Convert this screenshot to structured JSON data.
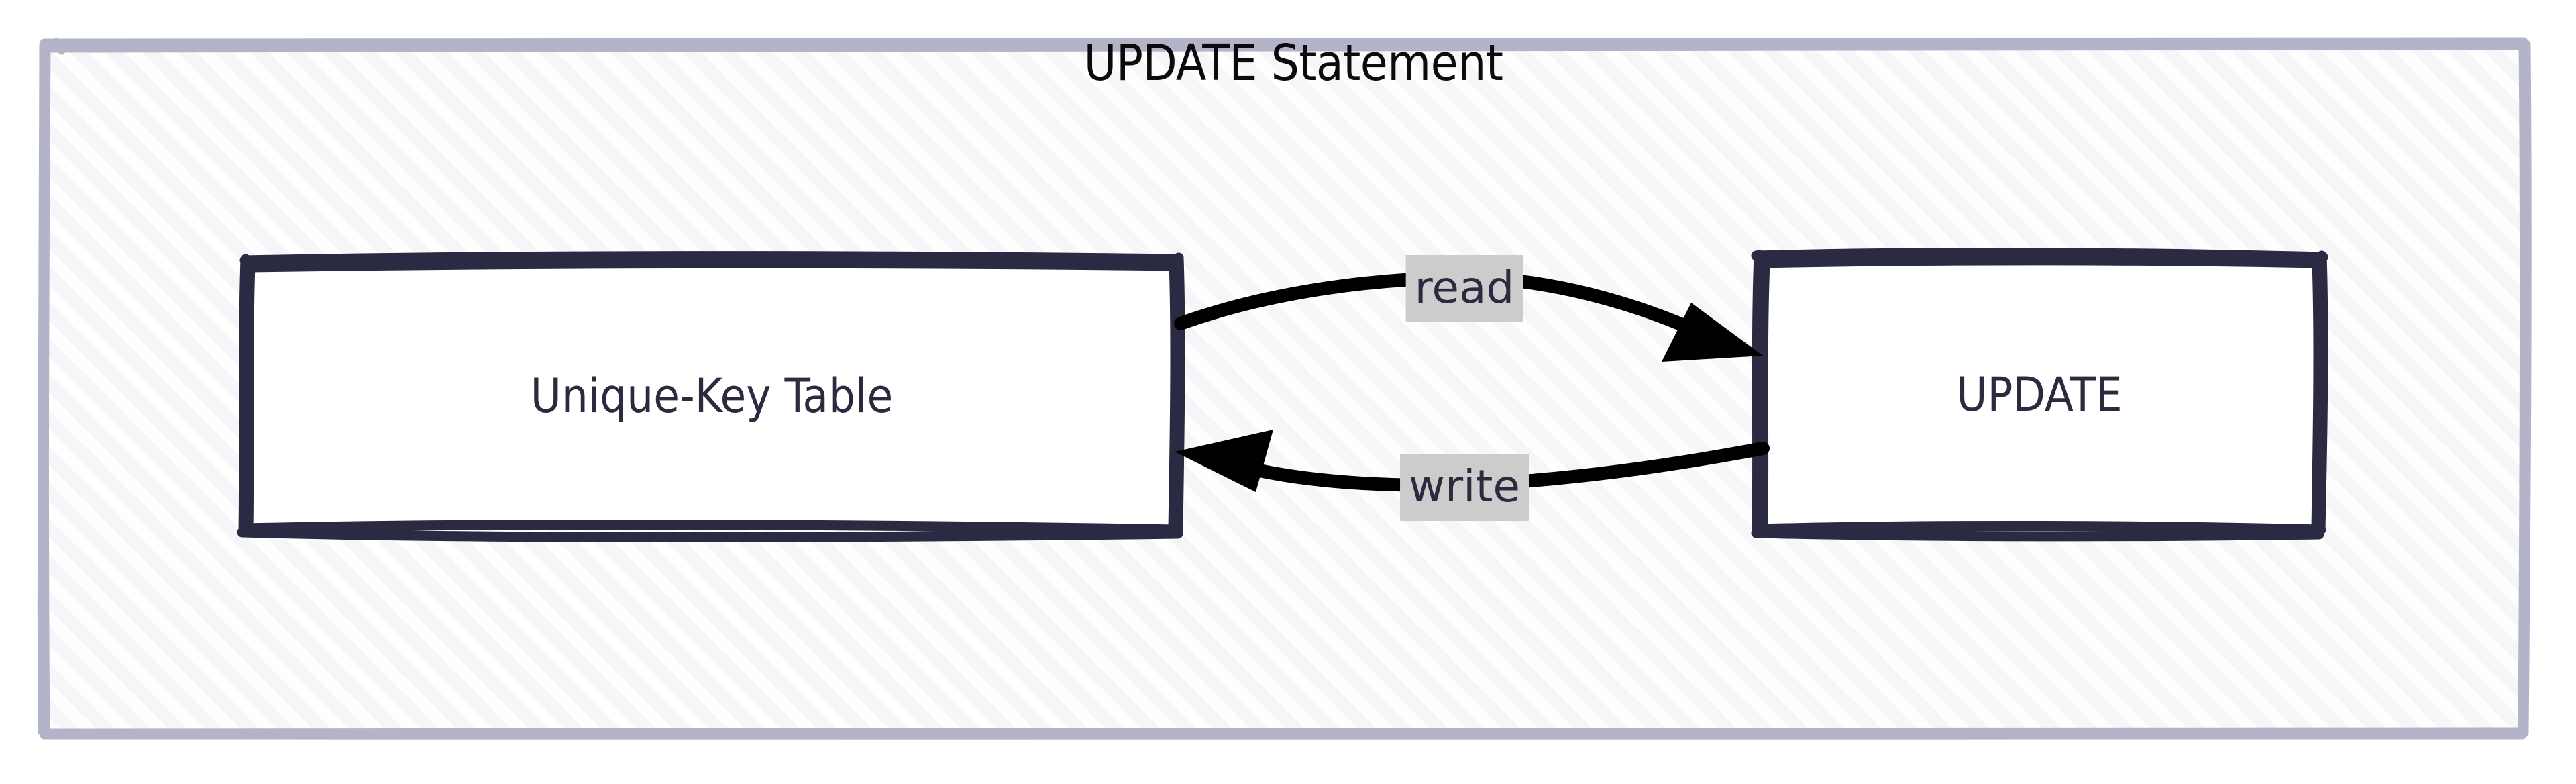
{
  "diagram": {
    "type": "flowchart",
    "direction": "left-to-right",
    "subgraph": {
      "title": "UPDATE Statement",
      "style": "hand-drawn sketch",
      "border_color": "#b4b4c8",
      "fill_color": "#f6f6f9",
      "hatch": "diagonal-45"
    },
    "nodes": [
      {
        "id": "source",
        "label": "Unique-Key Table",
        "shape": "rectangle",
        "border_color": "#2a2a42",
        "fill_color": "#ffffff",
        "text_color": "#2b2b40"
      },
      {
        "id": "target",
        "label": "UPDATE",
        "shape": "rectangle",
        "border_color": "#2a2a42",
        "fill_color": "#ffffff",
        "text_color": "#2b2b40"
      }
    ],
    "edges": [
      {
        "id": "read",
        "from": "source",
        "to": "target",
        "label": "read",
        "arrowhead": "filled-triangle",
        "line_color": "#000000",
        "label_bg": "#cccccc"
      },
      {
        "id": "write",
        "from": "target",
        "to": "source",
        "label": "write",
        "arrowhead": "filled-triangle",
        "line_color": "#000000",
        "label_bg": "#cccccc"
      }
    ]
  }
}
